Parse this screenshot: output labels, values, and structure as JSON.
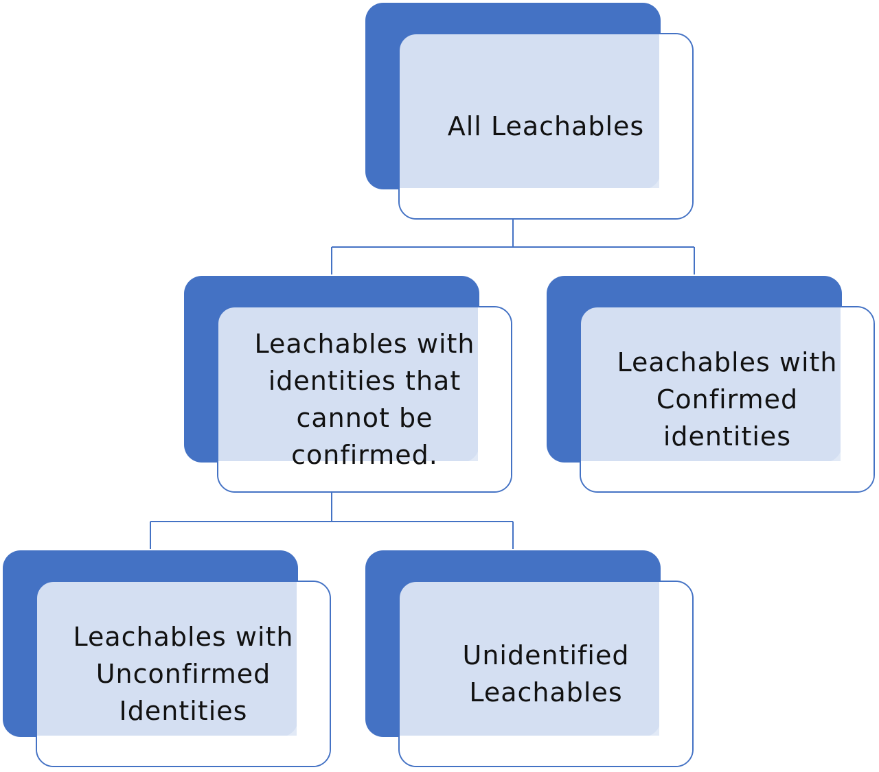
{
  "colors": {
    "accent": "#4472c4",
    "box_fill": "#dfe7f5",
    "text": "#111111"
  },
  "nodes": {
    "root": {
      "label": "All Leachables"
    },
    "unconfirmable": {
      "label": "Leachables with\nidentities that\ncannot be\nconfirmed."
    },
    "confirmed": {
      "label": "Leachables with\nConfirmed\nidentities"
    },
    "unconfirmed": {
      "label": "Leachables with\nUnconfirmed\nIdentities"
    },
    "unidentified": {
      "label": "Unidentified\nLeachables"
    }
  }
}
